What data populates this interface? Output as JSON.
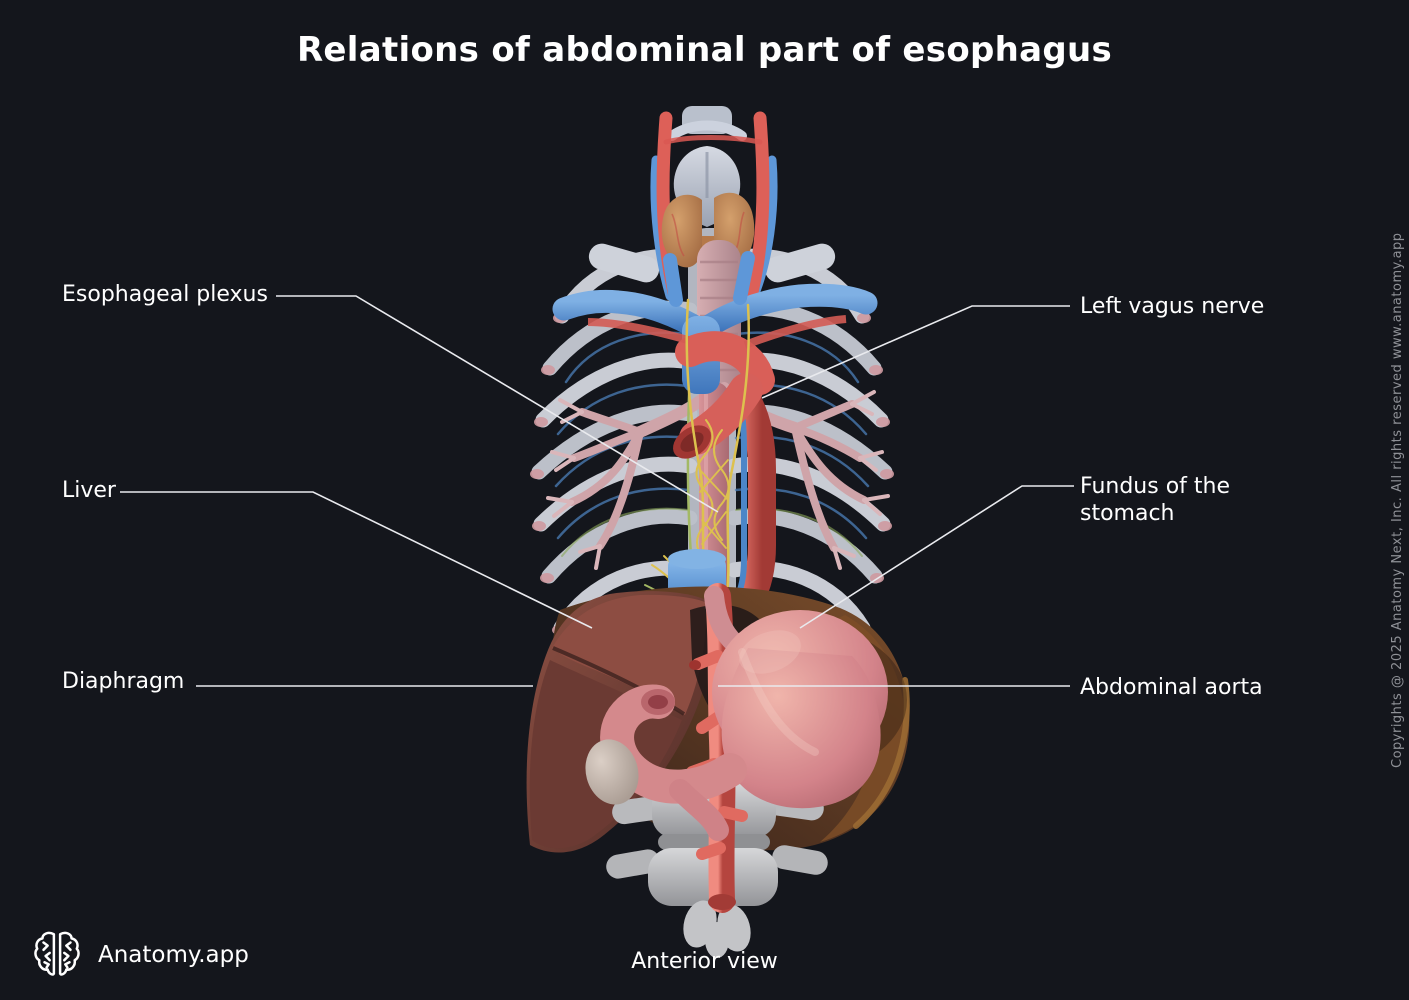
{
  "title": "Relations of abdominal part of esophagus",
  "view_caption": "Anterior view",
  "brand": {
    "name": "Anatomy.app",
    "logo_icon": "brain-icon"
  },
  "copyright": "Copyrights @ 2025 Anatomy Next, Inc. All rights reserved www.anatomy.app",
  "annotation_labels": {
    "left": [
      {
        "text": "Esophageal plexus"
      },
      {
        "text": "Liver"
      },
      {
        "text": "Diaphragm"
      }
    ],
    "right": [
      {
        "text": "Left vagus nerve"
      },
      {
        "text": "Fundus of the stomach"
      },
      {
        "text": "Abdominal aorta"
      }
    ]
  },
  "colors": {
    "bg": "#14161c",
    "text": "#ffffff",
    "line": "#e9eaee",
    "muted": "#8f9197",
    "artery_red": "#d95f58",
    "abdominal_aorta_red": "#e87770",
    "vein_blue": "#4f8cd0",
    "nerve_yellow": "#ddc14e",
    "lymph_green": "#a3b964",
    "bone_gray": "#c5c8d0",
    "cartilage_blue": "#c8cedb",
    "thyroid_tan": "#c08050",
    "bronchi_pink": "#cfa4a9",
    "esophagus_pink": "#d49298",
    "liver_brown": "#7e443b",
    "diaphragm_brown": "#5e3a28",
    "stomach_pink": "#dd9693",
    "vertebra_light": "#d3d4d6"
  }
}
